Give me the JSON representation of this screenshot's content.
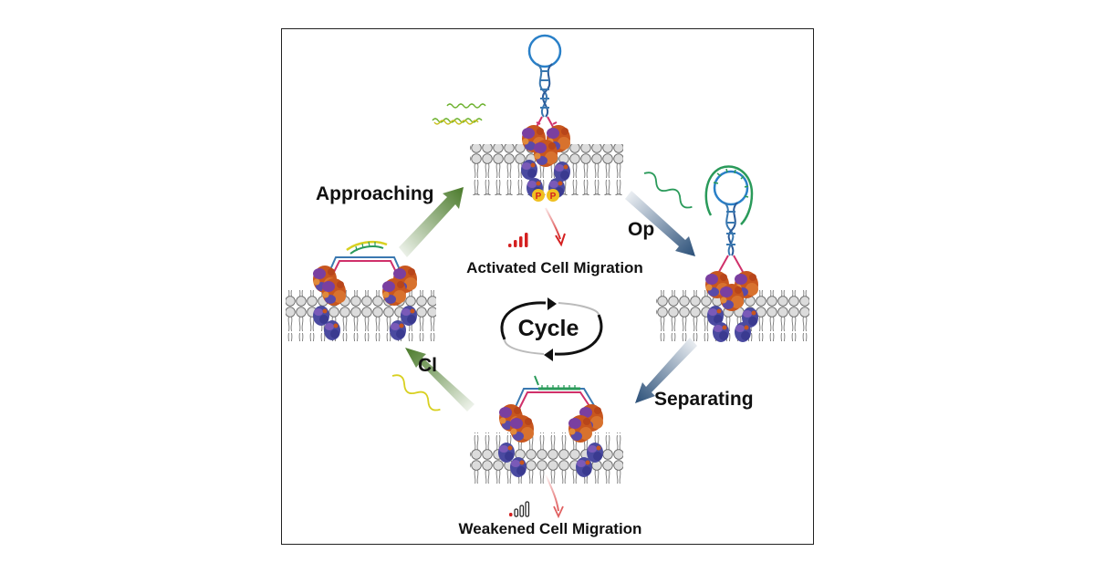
{
  "labels": {
    "approaching": "Approaching",
    "op": "Op",
    "cl": "Cl",
    "separating": "Separating",
    "cycle": "Cycle",
    "phospho": "P"
  },
  "captions": {
    "activated": "Activated Cell Migration",
    "weakened": "Weakened Cell Migration"
  },
  "signal_bars": {
    "activated_filled": 4,
    "weakened_filled": 1,
    "total": 4
  },
  "colors": {
    "green_arrow": "#4a7a2a",
    "blue_arrow": "#2a4f78",
    "signal_red": "#d42020",
    "membrane_head": "#d8d8d8",
    "protein_orange": "#c8561e",
    "protein_blue": "#4a4aa0",
    "dna_pink": "#d0306a",
    "dna_blue": "#3a78b0",
    "loop_blue": "#2a80c8",
    "loop_green": "#2a9a5a",
    "strand_yellow": "#d8d020"
  }
}
